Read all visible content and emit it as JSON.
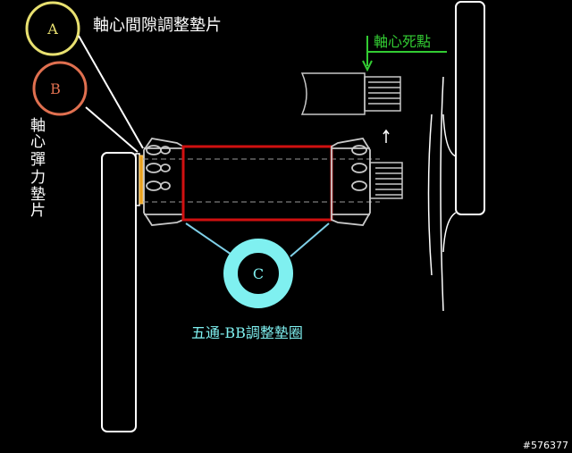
{
  "labels": {
    "circle_a": "A",
    "circle_b": "B",
    "circle_c": "C",
    "axle_gap_shim": "軸心間隙調整墊片",
    "axle_spring_shim": [
      "軸",
      "心",
      "彈",
      "力",
      "墊",
      "片"
    ],
    "axle_dead_point": "軸心死點",
    "bb_spacer": "五通-BB調整墊圈",
    "watermark": "#576377"
  },
  "colors": {
    "background": "#000000",
    "circle_a": "#e8e070",
    "circle_b": "#e07050",
    "circle_c": "#7ff0f0",
    "bb_shell": "#d01010",
    "dead_point": "#33cc33",
    "outline": "#e8e8e8",
    "shim": "#e8a020"
  }
}
